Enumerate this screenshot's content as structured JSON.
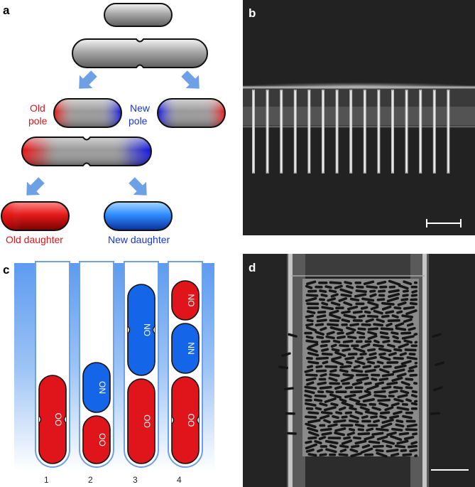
{
  "panels": {
    "a": {
      "letter": "a",
      "labels": {
        "old_pole_line1": "Old",
        "old_pole_line2": "pole",
        "new_pole_line1": "New",
        "new_pole_line2": "pole",
        "old_daughter": "Old daughter",
        "new_daughter": "New daughter"
      }
    },
    "b": {
      "letter": "b"
    },
    "c": {
      "letter": "c",
      "lanes": [
        "1",
        "2",
        "3",
        "4"
      ],
      "cells": {
        "lane1": [
          "OO"
        ],
        "lane2": [
          "ON",
          "OO"
        ],
        "lane3": [
          "NO",
          "OO"
        ],
        "lane4": [
          "NO",
          "NN",
          "OO"
        ]
      }
    },
    "d": {
      "letter": "d"
    }
  },
  "colors": {
    "old": "#e0151c",
    "new": "#1565e8",
    "gray_cell": "#8c8c8c",
    "arrow": "#6ea0e6",
    "micrograph_bg": "#202020"
  }
}
